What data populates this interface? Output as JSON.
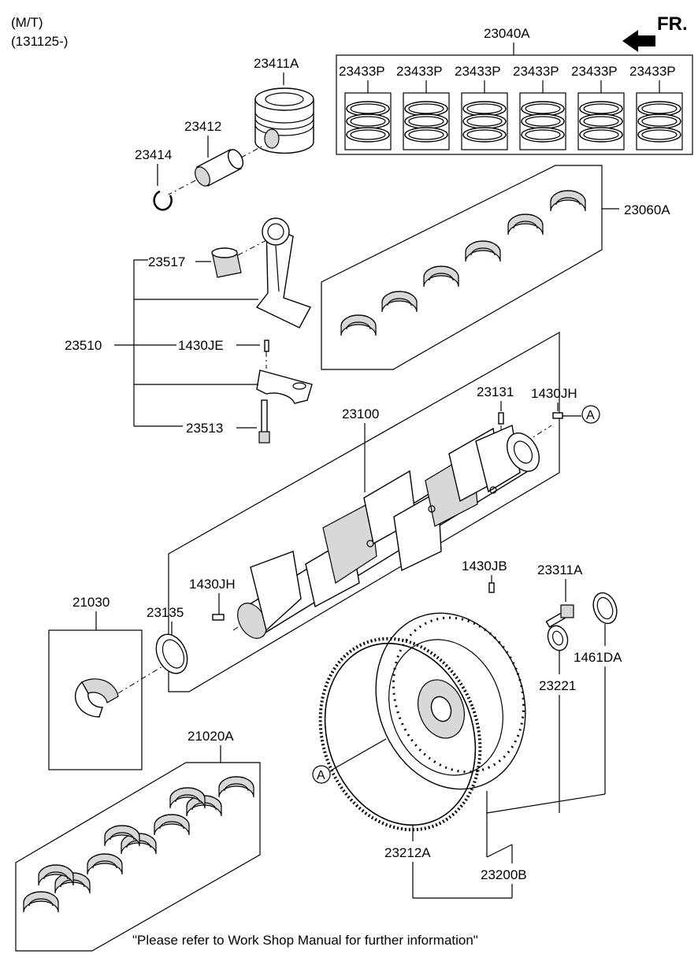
{
  "header": {
    "model": "(M/T)",
    "date_range": "(131125-)",
    "direction": "FR."
  },
  "labels": {
    "p23040A": "23040A",
    "p23433P": "23433P",
    "p23411A": "23411A",
    "p23412": "23412",
    "p23414": "23414",
    "p23060A": "23060A",
    "p23517": "23517",
    "p23510": "23510",
    "p1430JE": "1430JE",
    "p23513": "23513",
    "p23131": "23131",
    "p1430JH": "1430JH",
    "p23100": "23100",
    "p1430JB": "1430JB",
    "p23311A": "23311A",
    "p21030": "21030",
    "p23135": "23135",
    "p1461DA": "1461DA",
    "p23221": "23221",
    "p21020A": "21020A",
    "p23212A": "23212A",
    "p23200B": "23200B",
    "ref_A": "A"
  },
  "ring_sets": [
    "23433P",
    "23433P",
    "23433P",
    "23433P",
    "23433P",
    "23433P"
  ],
  "footer": {
    "note": "\"Please refer to Work Shop Manual for further information\""
  }
}
